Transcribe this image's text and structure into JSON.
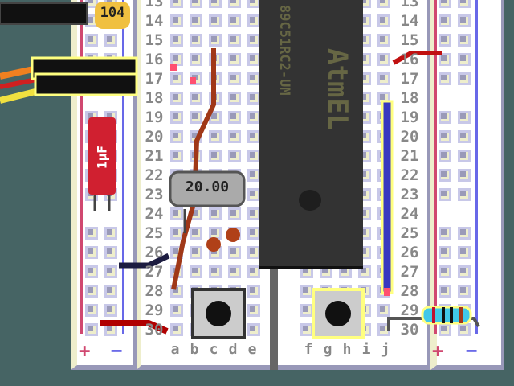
{
  "board": {
    "left_rows": [
      "13",
      "14",
      "15",
      "16",
      "17",
      "18",
      "19",
      "20",
      "21",
      "22",
      "23",
      "24",
      "25",
      "26",
      "27",
      "28",
      "29",
      "30"
    ],
    "right_rows": [
      "13",
      "14",
      "15",
      "16",
      "17",
      "18",
      "19",
      "20",
      "21",
      "22",
      "23",
      "24",
      "25",
      "26",
      "27",
      "28",
      "29",
      "30"
    ],
    "left_columns": [
      "a",
      "b",
      "c",
      "d",
      "e"
    ],
    "right_columns": [
      "f",
      "g",
      "h",
      "i",
      "j"
    ],
    "rail_plus": "+",
    "rail_minus": "−"
  },
  "components": {
    "ceramic_capacitor": "104",
    "crystal": "20.00",
    "electrolytic_capacitor": "1µF",
    "chip_logo": "AtmEL",
    "chip_part": "89C51RC2-UM"
  },
  "colors": {
    "background": "#466464",
    "plus_rail": "#d04870",
    "minus_rail": "#6868e8",
    "chip": "#333333",
    "highlight": "#ffff80"
  }
}
